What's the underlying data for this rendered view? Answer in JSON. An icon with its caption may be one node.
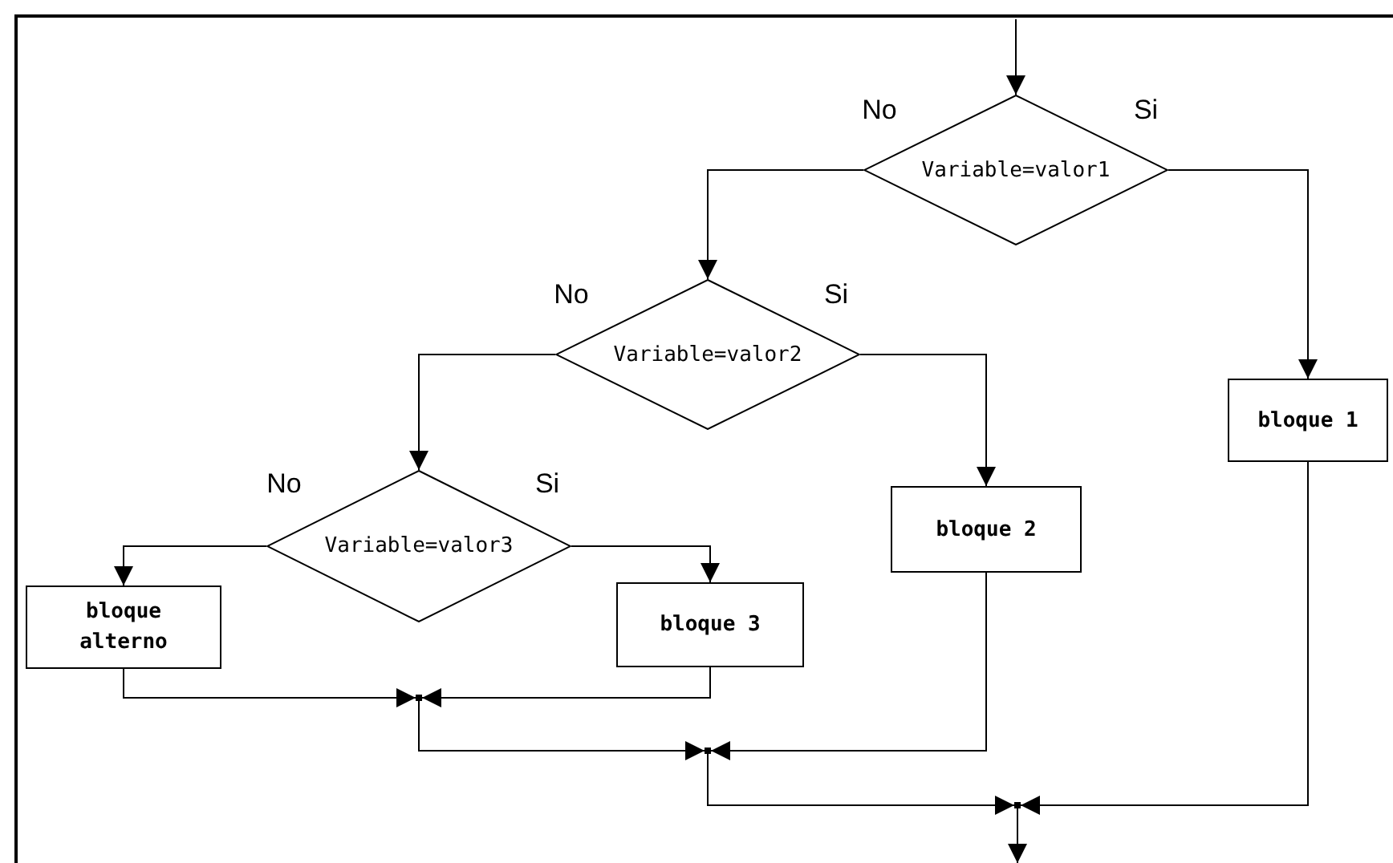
{
  "diagram": {
    "nodes": [
      {
        "text": [
          "Variable=valor1"
        ]
      },
      {
        "text": [
          "Variable=valor2"
        ]
      },
      {
        "text": [
          "bloque 1"
        ]
      },
      {
        "text": [
          "Variable=valor3"
        ]
      },
      {
        "text": [
          "bloque 2"
        ]
      },
      {
        "text": [
          "bloque alterno"
        ]
      },
      {
        "text": [
          "bloque 3"
        ]
      },
      {
        "text": [],
        "shape": "point"
      },
      {
        "text": [],
        "shape": "point"
      },
      {
        "text": [],
        "shape": "point"
      }
    ],
    "edges": [
      {
        "from": null,
        "to": 0,
        "arrow": "to"
      },
      {
        "from": 0,
        "to": 1,
        "arrow": "to",
        "label": "No"
      },
      {
        "from": 0,
        "to": 2,
        "arrow": "to",
        "label": "Si"
      },
      {
        "from": 1,
        "to": 3,
        "arrow": "to",
        "label": "No"
      },
      {
        "from": 1,
        "to": 4,
        "arrow": "to",
        "label": "Si"
      },
      {
        "from": 3,
        "to": 5,
        "arrow": "to",
        "label": "No"
      },
      {
        "from": 3,
        "to": 6,
        "arrow": "to",
        "label": "Si"
      },
      {
        "from": 5,
        "to": 7,
        "arrow": "to"
      },
      {
        "from": 6,
        "to": 7,
        "arrow": "to"
      },
      {
        "from": 7,
        "to": 8,
        "arrow": "to"
      },
      {
        "from": 4,
        "to": 8,
        "arrow": "to"
      },
      {
        "from": 8,
        "to": 9,
        "arrow": "to"
      },
      {
        "from": 2,
        "to": 9,
        "arrow": "to"
      },
      {
        "from": 9,
        "to": null,
        "arrow": "to"
      }
    ]
  }
}
